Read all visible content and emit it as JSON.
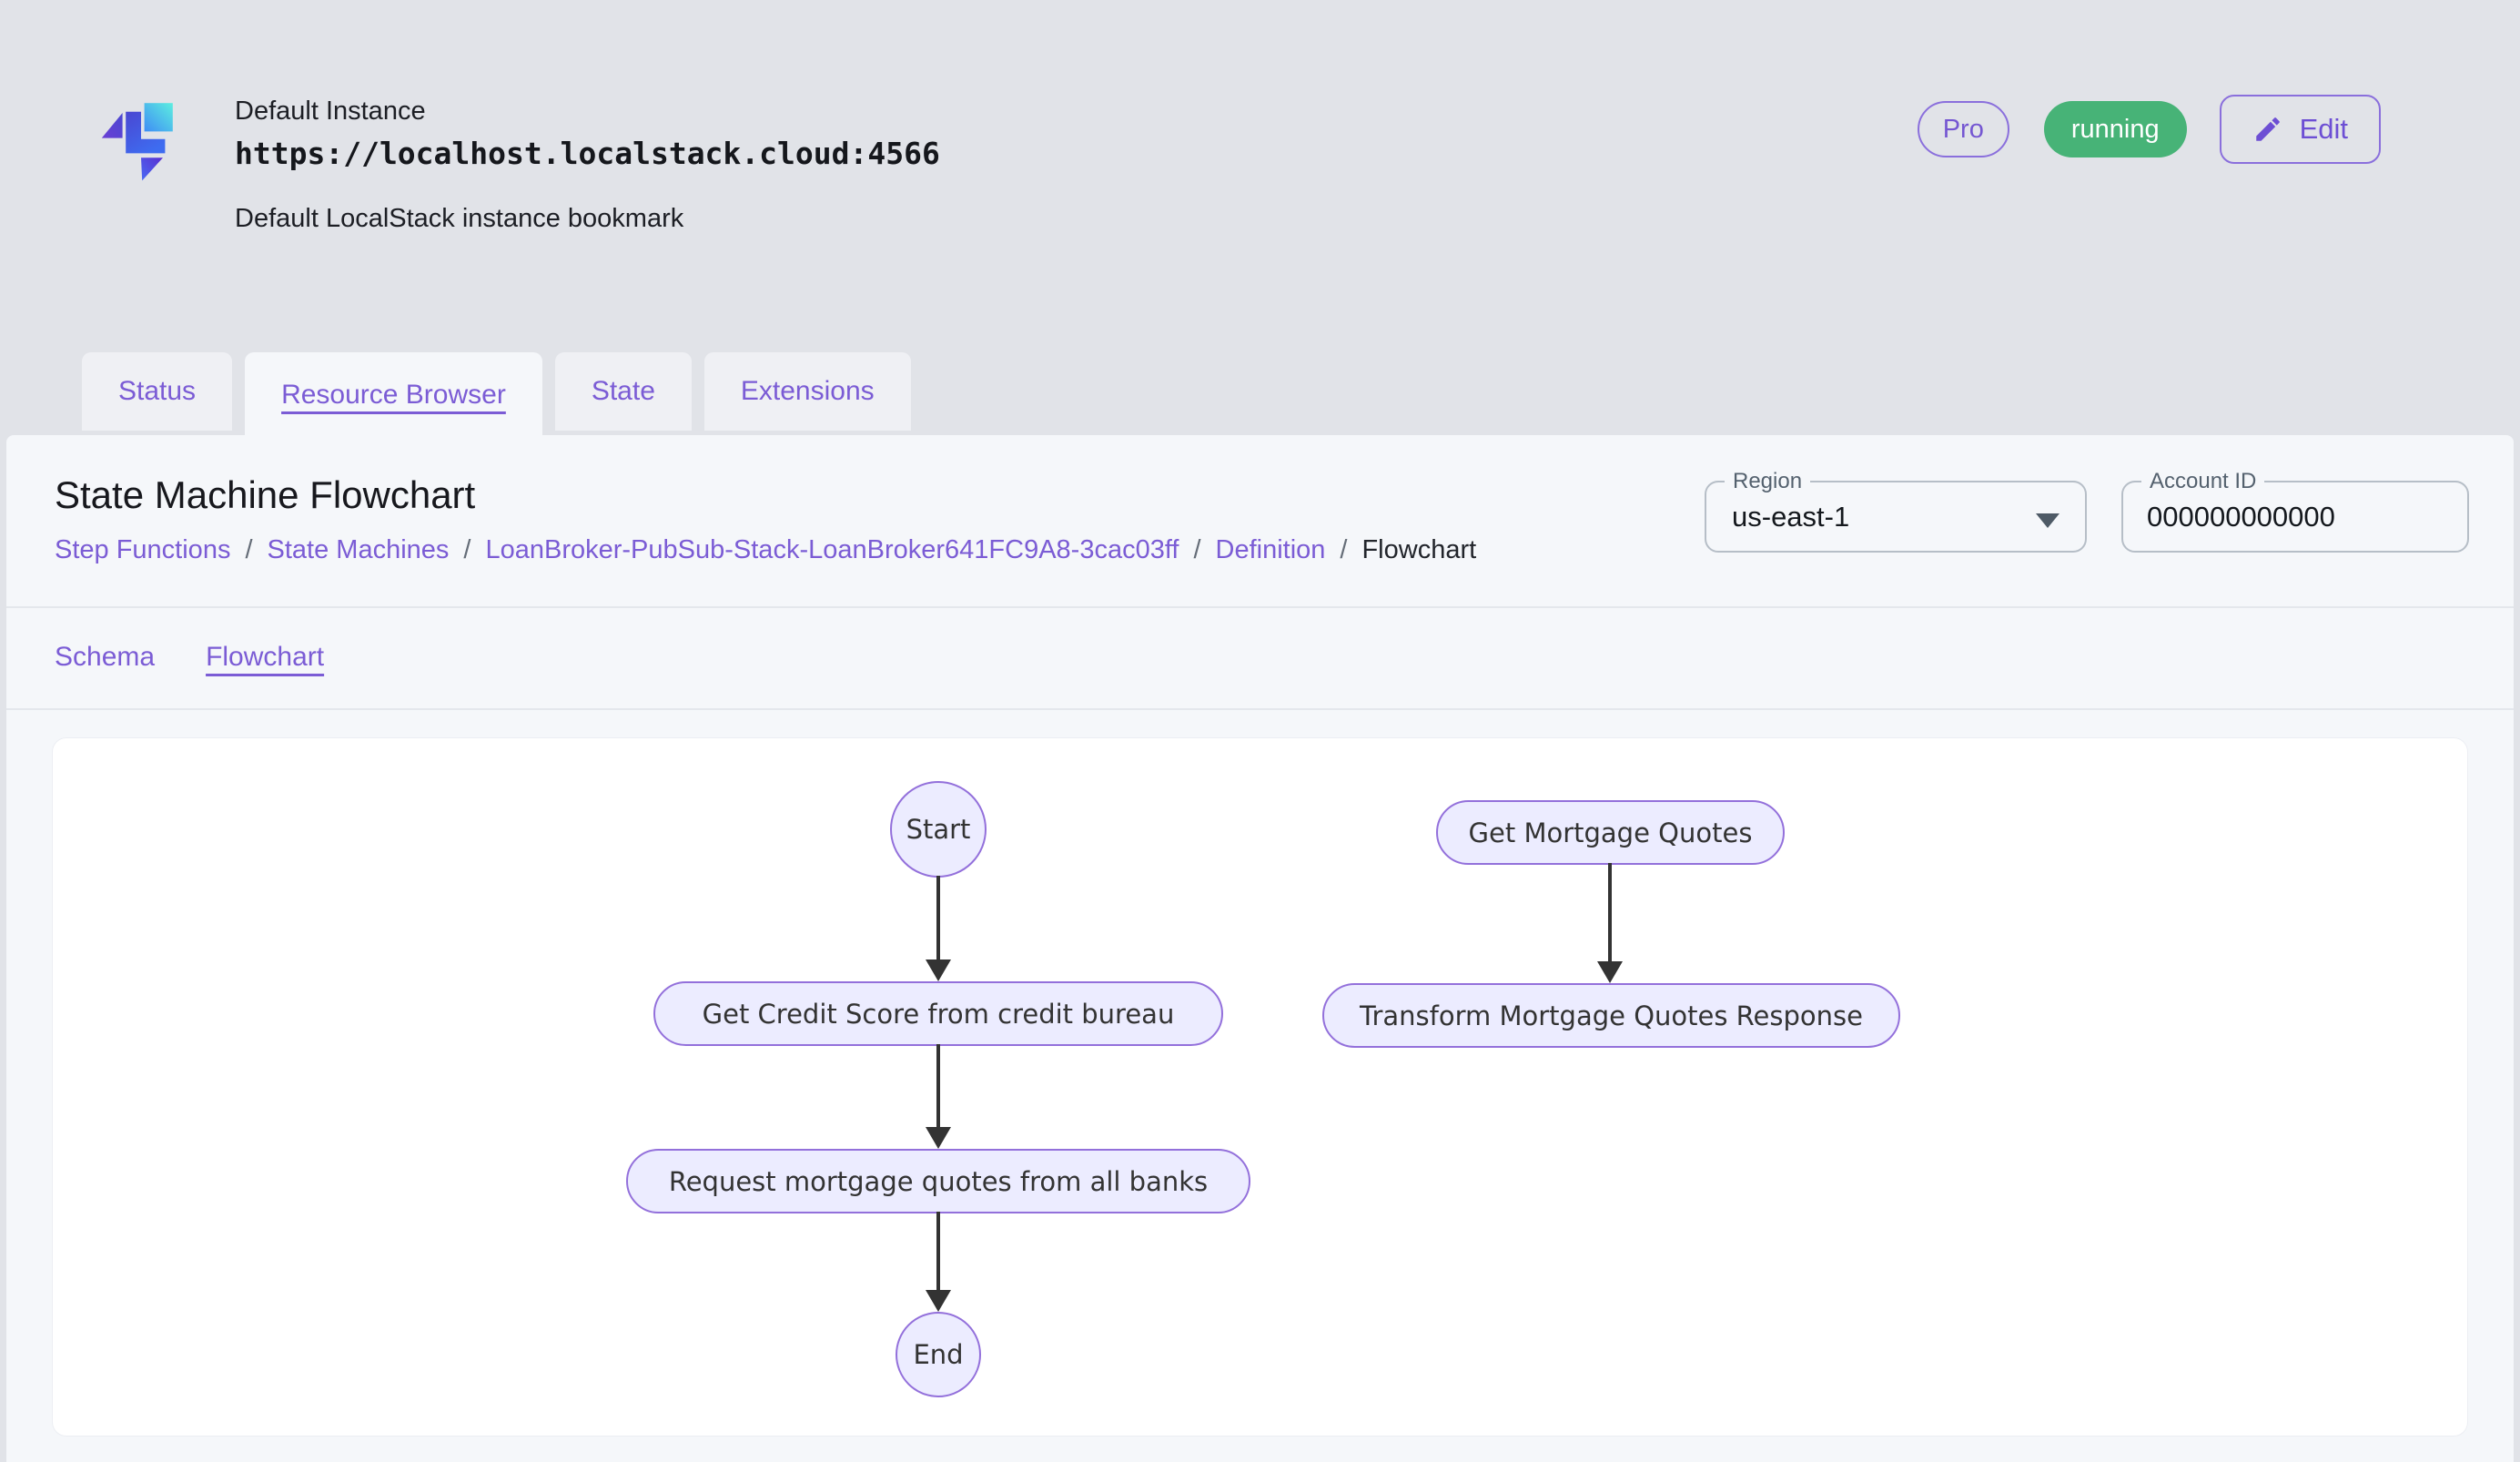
{
  "header": {
    "instance_name": "Default Instance",
    "instance_url": "https://localhost.localstack.cloud:4566",
    "instance_description": "Default LocalStack instance bookmark",
    "pro_badge": "Pro",
    "status_badge": "running",
    "edit_button": "Edit"
  },
  "tabs": [
    {
      "label": "Status",
      "active": false
    },
    {
      "label": "Resource Browser",
      "active": true
    },
    {
      "label": "State",
      "active": false
    },
    {
      "label": "Extensions",
      "active": false
    }
  ],
  "page": {
    "title": "State Machine Flowchart",
    "breadcrumb_separator": "/",
    "breadcrumbs": [
      {
        "label": "Step Functions",
        "link": true
      },
      {
        "label": "State Machines",
        "link": true
      },
      {
        "label": "LoanBroker-PubSub-Stack-LoanBroker641FC9A8-3cac03ff",
        "link": true
      },
      {
        "label": "Definition",
        "link": true
      },
      {
        "label": "Flowchart",
        "link": false
      }
    ],
    "region_field": {
      "label": "Region",
      "value": "us-east-1"
    },
    "account_field": {
      "label": "Account ID",
      "value": "000000000000"
    },
    "subtabs": [
      {
        "label": "Schema",
        "active": false
      },
      {
        "label": "Flowchart",
        "active": true
      }
    ]
  },
  "flowchart": {
    "nodes": [
      {
        "id": "start",
        "label": "Start",
        "shape": "circle"
      },
      {
        "id": "get-credit-score",
        "label": "Get Credit Score from credit bureau",
        "shape": "stadium"
      },
      {
        "id": "request-quotes",
        "label": "Request mortgage quotes from all banks",
        "shape": "stadium"
      },
      {
        "id": "end",
        "label": "End",
        "shape": "circle"
      },
      {
        "id": "get-mortgage-quotes",
        "label": "Get Mortgage Quotes",
        "shape": "stadium"
      },
      {
        "id": "transform-response",
        "label": "Transform Mortgage Quotes Response",
        "shape": "stadium"
      }
    ],
    "edges": [
      {
        "from": "start",
        "to": "get-credit-score"
      },
      {
        "from": "get-credit-score",
        "to": "request-quotes"
      },
      {
        "from": "request-quotes",
        "to": "end"
      },
      {
        "from": "get-mortgage-quotes",
        "to": "transform-response"
      }
    ],
    "colors": {
      "node_fill": "#ECECFF",
      "node_border": "#9370DB",
      "arrow": "#333333",
      "text": "#333333"
    }
  },
  "colors": {
    "accent_purple": "#7B5CD5",
    "status_green": "#47B377",
    "body_background": "#E1E3E8",
    "panel_background": "#F5F7FA",
    "card_background": "#FFFFFF"
  }
}
